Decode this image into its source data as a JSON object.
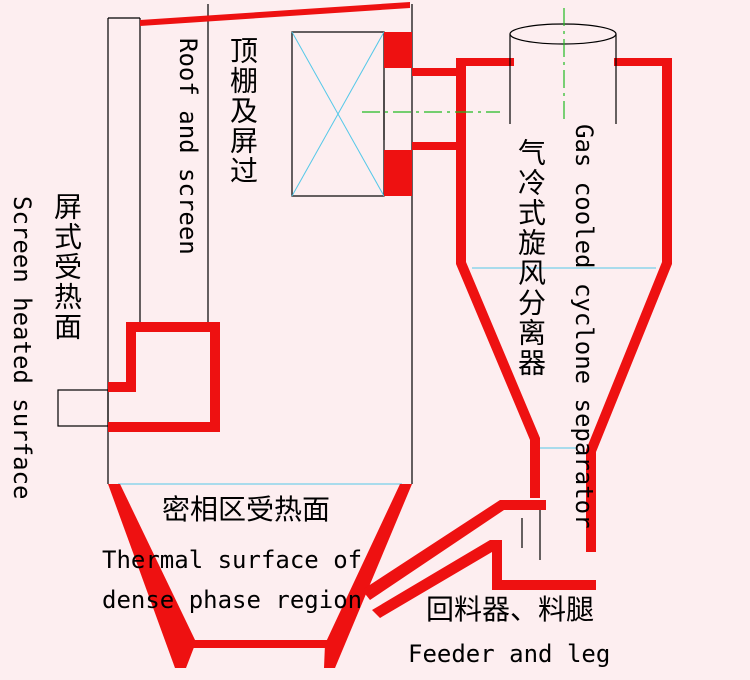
{
  "colors": {
    "background": "#fdeef0",
    "wall": "#ee1111",
    "outline": "#000000",
    "guide": "#55c8e8",
    "axis": "#22bb22"
  },
  "labels": {
    "roof_cn": "顶棚及屏过",
    "roof_en": "Roof and screen",
    "screen_cn": "屏式受热面",
    "screen_en": "Screen heated surface",
    "cyclone_cn": "气冷式旋风分离器",
    "cyclone_en": "Gas cooled cyclone separator",
    "dense_cn": "密相区受热面",
    "dense_en_line1": "Thermal surface of",
    "dense_en_line2": "dense phase region",
    "feeder_cn": "回料器、料腿",
    "feeder_en": "Feeder and leg"
  }
}
